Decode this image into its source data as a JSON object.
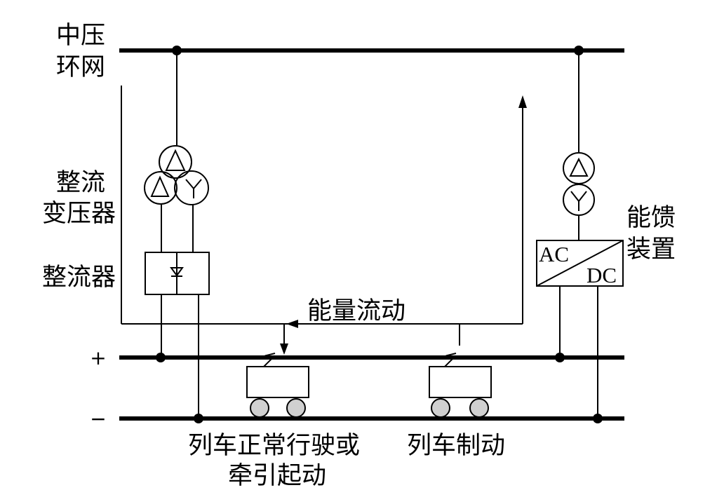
{
  "labels": {
    "grid": [
      "中压",
      "环网"
    ],
    "rectifier_transformer": [
      "整流",
      "变压器"
    ],
    "rectifier": "整流器",
    "energy_flow": "能量流动",
    "positive": "+",
    "negative": "−",
    "train_traction": [
      "列车正常行驶或",
      "牵引起动"
    ],
    "train_braking": "列车制动",
    "feedback_device": [
      "能馈",
      "装置"
    ],
    "converter_ac": "AC",
    "converter_dc": "DC"
  },
  "symbols": {
    "rectifier_transformer_windings": [
      "delta-winding-icon",
      "delta-winding-icon",
      "wye-winding-icon"
    ],
    "feedback_transformer_windings": [
      "delta-winding-icon",
      "wye-winding-icon"
    ],
    "rectifier_element": "diode-icon",
    "trains": [
      "train-icon",
      "train-icon"
    ]
  },
  "colors": {
    "line": "#000000",
    "wheel": "#d0d0d0",
    "background": "#ffffff"
  }
}
